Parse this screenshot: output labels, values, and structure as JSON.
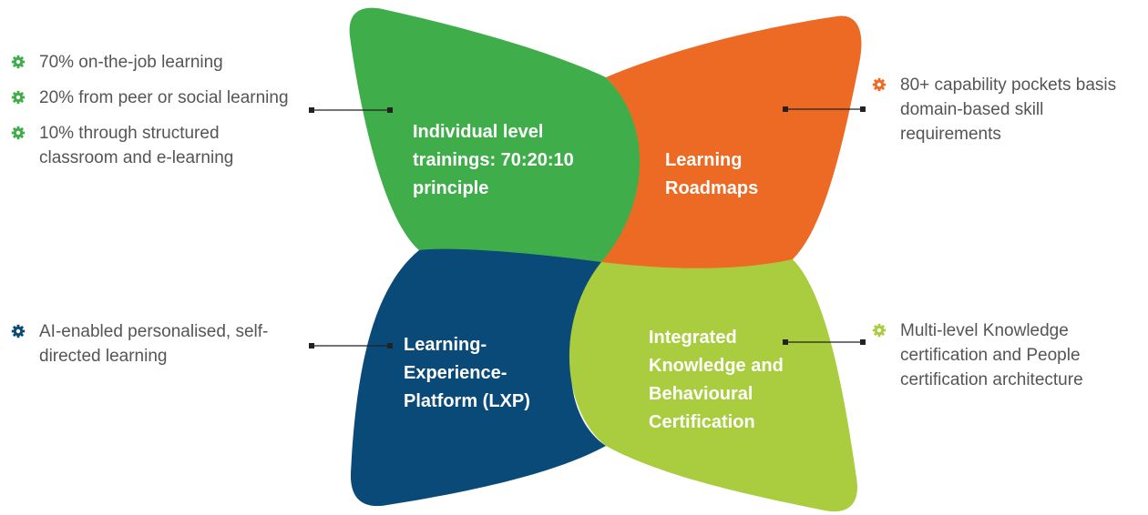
{
  "colors": {
    "green": "#3FAE4A",
    "orange": "#EC6A24",
    "navy": "#0A4A78",
    "lime": "#A9CD3E",
    "text": "#555555",
    "connector": "#222222"
  },
  "petals": [
    {
      "id": "individual",
      "label": "Individual level trainings: 70:20:10 principle",
      "color": "green"
    },
    {
      "id": "roadmaps",
      "label": "Learning Roadmaps",
      "color": "orange"
    },
    {
      "id": "lxp",
      "label": "Learning-Experience-Platform (LXP)",
      "color": "navy"
    },
    {
      "id": "certification",
      "label": "Integrated Knowledge and Behavioural Certification",
      "color": "lime"
    }
  ],
  "callouts": {
    "individual": {
      "icon": "gear-bullet-icon",
      "bullet_color": "green",
      "items": [
        "70% on-the-job learning",
        "20% from peer or social learning",
        "10% through structured classroom and e-learning"
      ]
    },
    "roadmaps": {
      "icon": "gear-bullet-icon",
      "bullet_color": "orange",
      "items": [
        "80+ capability pockets basis domain-based skill requirements"
      ]
    },
    "lxp": {
      "icon": "gear-bullet-icon",
      "bullet_color": "navy",
      "items": [
        "AI-enabled personalised, self-directed learning"
      ]
    },
    "certification": {
      "icon": "gear-bullet-icon",
      "bullet_color": "lime",
      "items": [
        "Multi-level Knowledge certification and People certification architecture"
      ]
    }
  }
}
